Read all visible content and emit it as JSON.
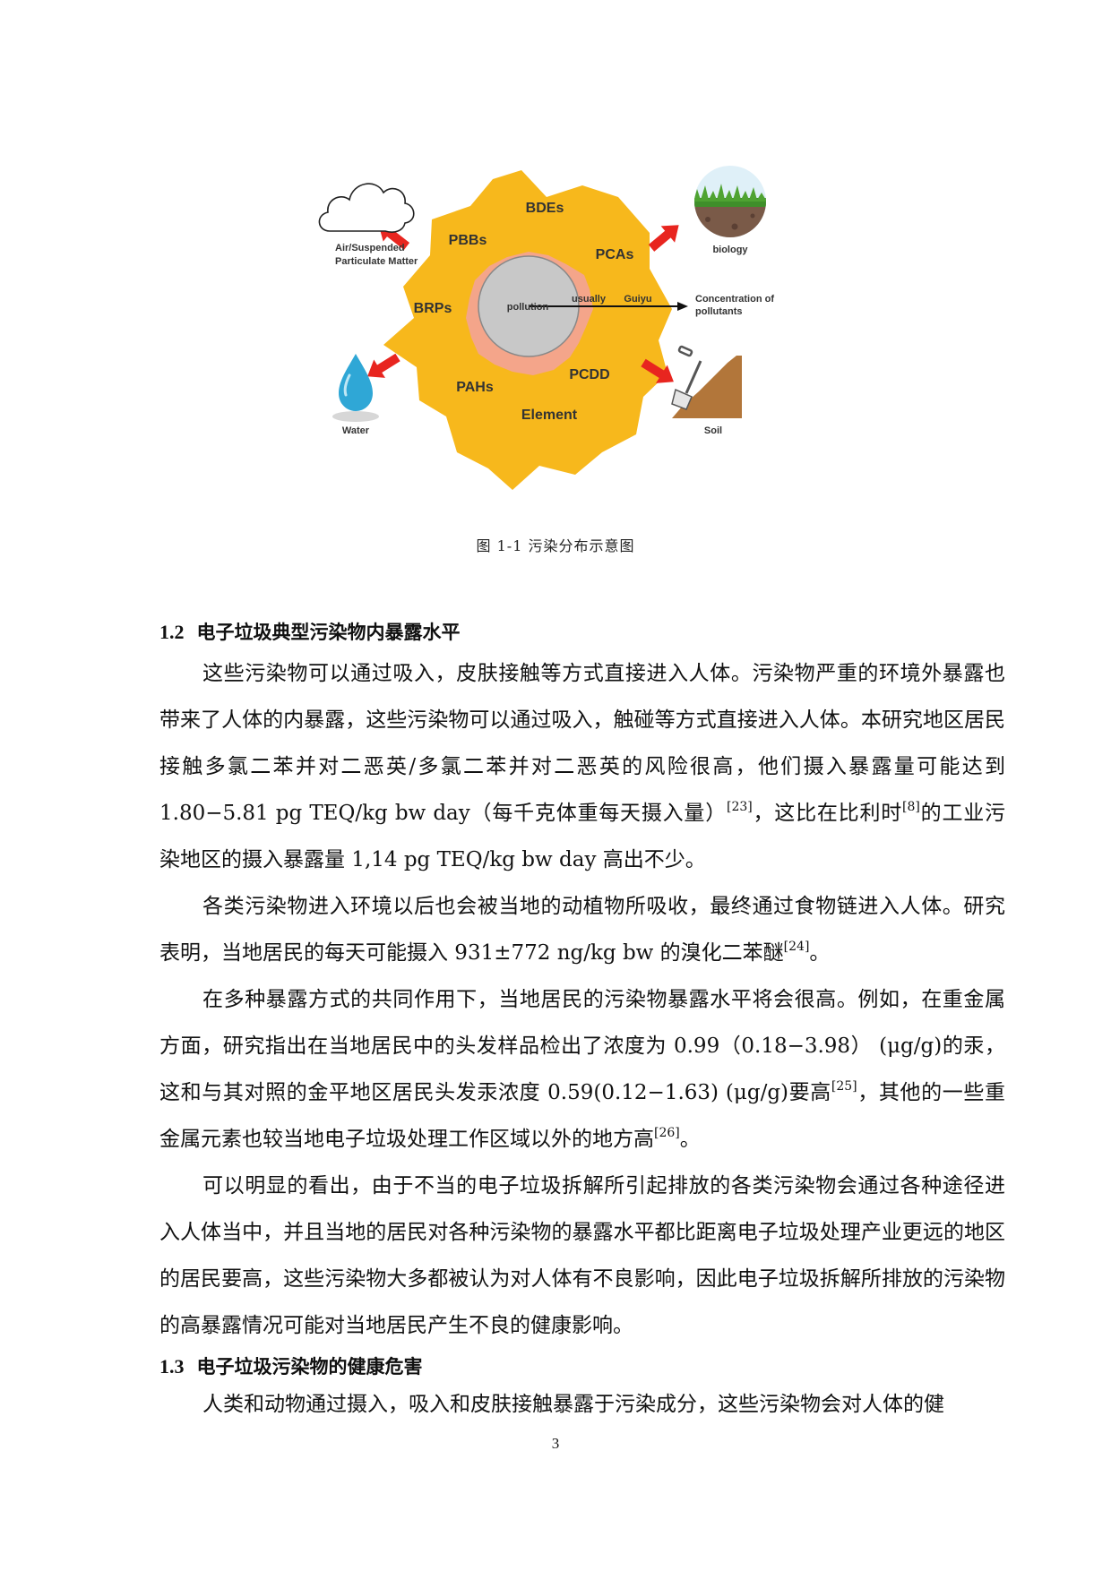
{
  "figure": {
    "labels": {
      "bdes": "BDEs",
      "pbbs": "PBBs",
      "pcas": "PCAs",
      "brps": "BRPs",
      "pahs": "PAHs",
      "pcdd": "PCDD",
      "element": "Element",
      "pollution": "pollution",
      "usually": "usually",
      "guiyu": "Guiyu",
      "concentration_line1": "Concentration of",
      "concentration_line2": "pollutants",
      "air_line1": "Air/Suspended",
      "air_line2": "Particulate Matter",
      "biology": "biology",
      "water": "Water",
      "soil": "Soil"
    },
    "colors": {
      "blob": "#f7b81c",
      "halo": "#f4a58a",
      "core": "#c8c8c8",
      "arrow": "#e8251f"
    }
  },
  "caption": "图 1-1 污染分布示意图",
  "section_1_2": {
    "number": "1.2",
    "title": "电子垃圾典型污染物内暴露水平",
    "p1": {
      "a": "这些污染物可以通过吸入，皮肤接触等方式直接进入人体。污染物严重的环境外暴露也带来了人体的内暴露，这些污染物可以通过吸入，触碰等方式直接进入人体。本研究地区居民接触多氯二苯并对二恶英/多氯二苯并对二恶英的风险很高，他们摄入暴露量可能达到 1.80−5.81 pg TEQ/kg bw day（每千克体重每天摄入量）",
      "ref1": "[23]",
      "b": "，这比在比利时",
      "ref2": "[8]",
      "c": "的工业污染地区的摄入暴露量 1,14 pg TEQ/kg bw day 高出不少。"
    },
    "p2": {
      "a": "各类污染物进入环境以后也会被当地的动植物所吸收，最终通过食物链进入人体。研究表明，当地居民的每天可能摄入 931±772 ng/kg bw 的溴化二苯醚",
      "ref1": "[24]",
      "b": "。"
    },
    "p3": {
      "a": "在多种暴露方式的共同作用下，当地居民的污染物暴露水平将会很高。例如，在重金属方面，研究指出在当地居民中的头发样品检出了浓度为 0.99（0.18−3.98） (μg/g)的汞，这和与其对照的金平地区居民头发汞浓度 0.59(0.12−1.63) (μg/g)要高",
      "ref1": "[25]",
      "b": "，其他的一些重金属元素也较当地电子垃圾处理工作区域以外的地方高",
      "ref2": "[26]",
      "c": "。"
    },
    "p4": "可以明显的看出，由于不当的电子垃圾拆解所引起排放的各类污染物会通过各种途径进入人体当中，并且当地的居民对各种污染物的暴露水平都比距离电子垃圾处理产业更远的地区的居民要高，这些污染物大多都被认为对人体有不良影响，因此电子垃圾拆解所排放的污染物的高暴露情况可能对当地居民产生不良的健康影响。"
  },
  "section_1_3": {
    "number": "1.3",
    "title": "电子垃圾污染物的健康危害",
    "p1": "人类和动物通过摄入，吸入和皮肤接触暴露于污染成分，这些污染物会对人体的健"
  },
  "page_number": "3"
}
